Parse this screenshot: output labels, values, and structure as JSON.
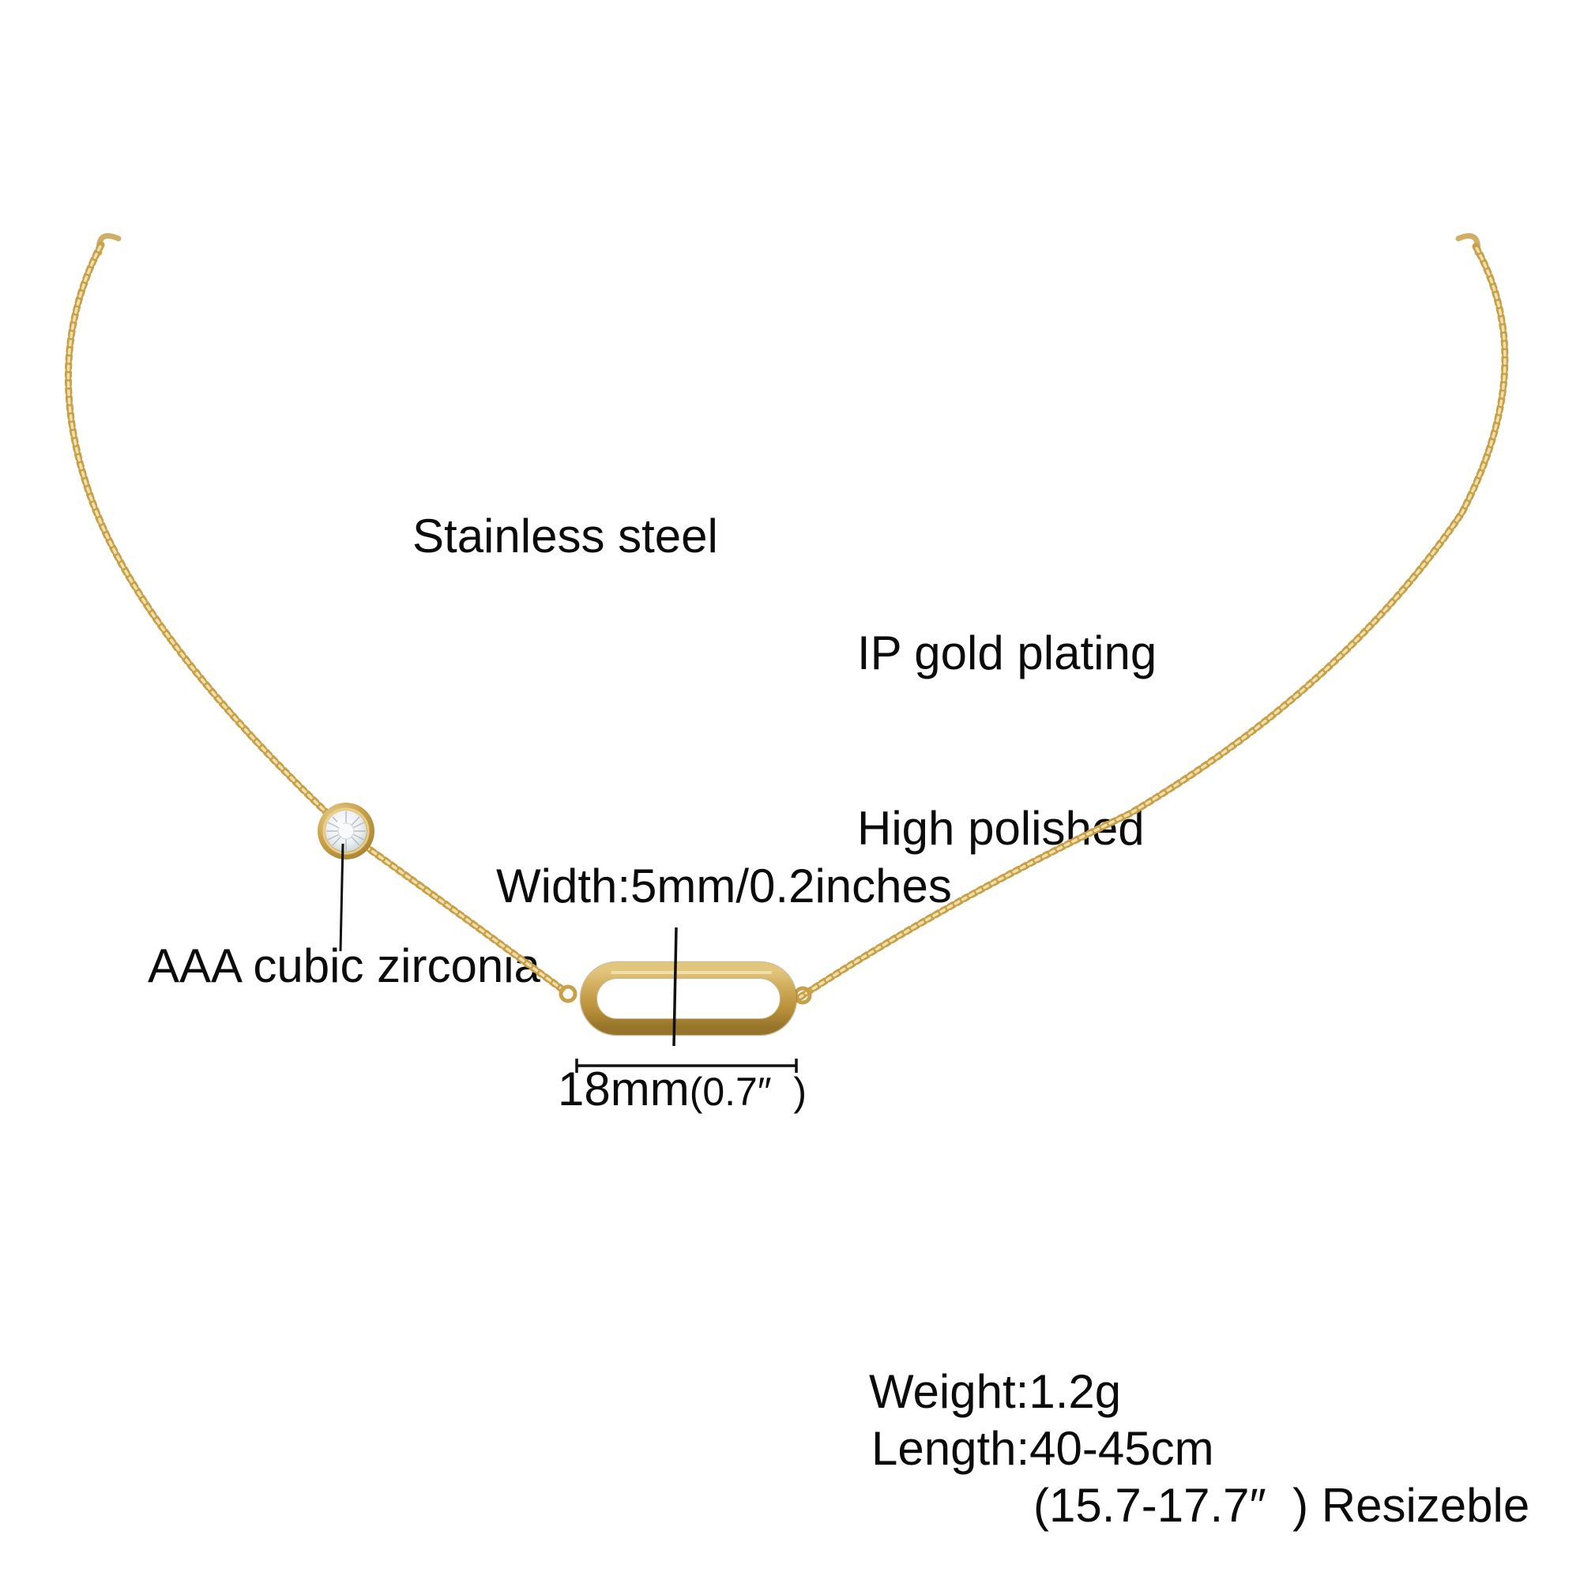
{
  "annotations": {
    "material": "Stainless steel",
    "plating": [
      "IP gold plating",
      "High polished"
    ],
    "width_label": "Width:5mm/0.2inches",
    "stone_label": "AAA cubic zirconia",
    "pendant_size_mm": "18mm",
    "pendant_size_in": "(0.7″  )",
    "specs": {
      "weight": "Weight:1.2g",
      "length": "Length:40-45cm",
      "resizable": "(15.7-17.7″  ) Resizeble"
    }
  },
  "colors": {
    "background": "#FFFFFF",
    "text": "#0B0B0B",
    "gold": "#C7A04A",
    "gold_dark": "#8A6B24",
    "gold_light": "#F0DFA8",
    "cz_white": "#F2F5F6",
    "annotation_line": "#111111"
  }
}
